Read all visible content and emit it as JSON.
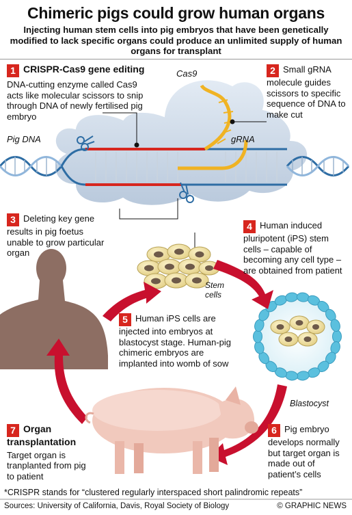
{
  "title": "Chimeric pigs could grow human organs",
  "subtitle": "Injecting human stem cells into pig embryos that have been genetically modified to lack specific organs could produce an unlimited supply of human organs for transplant",
  "steps": [
    {
      "num": "1",
      "heading": "CRISPR-Cas9 gene editing",
      "text": "DNA-cutting enzyme called Cas9 acts like molecular scissors to snip through DNA of newly fertilised pig embryo"
    },
    {
      "num": "2",
      "text": "Small gRNA molecule guides scissors to specific sequence of DNA to make cut"
    },
    {
      "num": "3",
      "text": "Deleting key gene results in pig foetus unable to grow particular organ"
    },
    {
      "num": "4",
      "text": "Human induced pluripotent (iPS) stem cells – capable of becoming any cell type – are obtained from patient"
    },
    {
      "num": "5",
      "text": "Human iPS cells are injected into embryos at blastocyst stage. Human-pig chimeric embryos are implanted into womb of sow"
    },
    {
      "num": "6",
      "text": "Pig embryo develops normally but target organ is made out of patient’s cells"
    },
    {
      "num": "7",
      "heading": "Organ transplantation",
      "text": "Target organ is tranplanted from pig to patient"
    }
  ],
  "labels": {
    "cas9": "Cas9",
    "grna": "gRNA",
    "pig_dna": "Pig DNA",
    "stem_cells": "Stem cells",
    "blastocyst": "Blastocyst"
  },
  "footnote": "*CRISPR stands for “clustered regularly interspaced short palindromic repeats”",
  "sources": "Sources: University of California, Davis, Royal Society of Biology",
  "credit": "© GRAPHIC NEWS",
  "colors": {
    "accent": "#d7261e",
    "cloud": "#c9d6e6",
    "dna": "#2e6da4",
    "grna": "#f0b323",
    "cut_strand": "#d7261e"
  }
}
